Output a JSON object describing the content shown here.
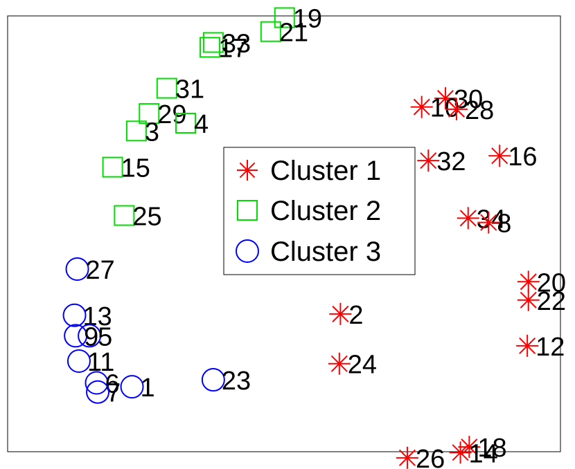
{
  "chart_data": {
    "type": "scatter",
    "title": "",
    "xlabel": "",
    "ylabel": "",
    "xlim": [
      0,
      100
    ],
    "ylim": [
      0,
      100
    ],
    "grid": false,
    "axes_ticks": false,
    "legend": {
      "position": "center",
      "entries": [
        {
          "label": "Cluster 1",
          "marker": "asterisk",
          "color": "#ff0000"
        },
        {
          "label": "Cluster 2",
          "marker": "square",
          "color": "#00dd00"
        },
        {
          "label": "Cluster 3",
          "marker": "circle",
          "color": "#0000ff"
        }
      ]
    },
    "series": [
      {
        "name": "Cluster 1",
        "marker": "asterisk",
        "color": "#ff0000",
        "points": [
          {
            "label": "30",
            "x": 79.2,
            "y": 81.1
          },
          {
            "label": "10",
            "x": 74.9,
            "y": 79.1
          },
          {
            "label": "28",
            "x": 81.2,
            "y": 78.6
          },
          {
            "label": "32",
            "x": 76.1,
            "y": 66.8
          },
          {
            "label": "16",
            "x": 89.0,
            "y": 67.9
          },
          {
            "label": "34",
            "x": 83.3,
            "y": 53.6
          },
          {
            "label": "8",
            "x": 87.0,
            "y": 52.6
          },
          {
            "label": "20",
            "x": 94.2,
            "y": 39.0
          },
          {
            "label": "22",
            "x": 94.2,
            "y": 34.8
          },
          {
            "label": "2",
            "x": 60.2,
            "y": 31.6
          },
          {
            "label": "24",
            "x": 60.0,
            "y": 20.2
          },
          {
            "label": "12",
            "x": 94.0,
            "y": 24.3
          },
          {
            "label": "18",
            "x": 83.5,
            "y": 1.1
          },
          {
            "label": "14",
            "x": 81.9,
            "y": -0.2
          },
          {
            "label": "26",
            "x": 72.3,
            "y": -1.4
          }
        ]
      },
      {
        "name": "Cluster 2",
        "marker": "square",
        "color": "#00dd00",
        "points": [
          {
            "label": "19",
            "x": 50.1,
            "y": 99.6
          },
          {
            "label": "21",
            "x": 47.6,
            "y": 96.4
          },
          {
            "label": "33",
            "x": 37.2,
            "y": 93.9
          },
          {
            "label": "17",
            "x": 36.6,
            "y": 92.8
          },
          {
            "label": "31",
            "x": 28.8,
            "y": 83.4
          },
          {
            "label": "29",
            "x": 25.6,
            "y": 77.6
          },
          {
            "label": "4",
            "x": 32.2,
            "y": 75.4
          },
          {
            "label": "3",
            "x": 23.3,
            "y": 73.6
          },
          {
            "label": "15",
            "x": 19.0,
            "y": 65.3
          },
          {
            "label": "25",
            "x": 21.1,
            "y": 54.2
          }
        ]
      },
      {
        "name": "Cluster 3",
        "marker": "circle",
        "color": "#0000ff",
        "points": [
          {
            "label": "27",
            "x": 12.6,
            "y": 41.9
          },
          {
            "label": "13",
            "x": 12.1,
            "y": 31.3
          },
          {
            "label": "9",
            "x": 12.3,
            "y": 26.6
          },
          {
            "label": "5",
            "x": 14.8,
            "y": 26.6
          },
          {
            "label": "11",
            "x": 12.9,
            "y": 20.8
          },
          {
            "label": "6",
            "x": 16.1,
            "y": 15.8
          },
          {
            "label": "7",
            "x": 16.3,
            "y": 13.7
          },
          {
            "label": "1",
            "x": 22.5,
            "y": 14.9
          },
          {
            "label": "23",
            "x": 37.2,
            "y": 16.5
          }
        ]
      }
    ]
  }
}
